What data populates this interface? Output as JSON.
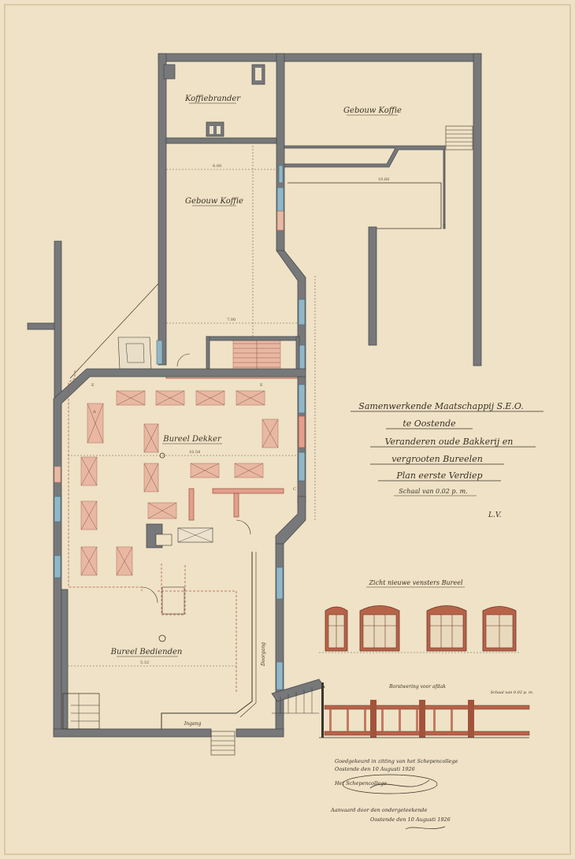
{
  "title_block": {
    "line1": "Samenwerkende Maatschappij S.E.O.",
    "line2": "te Oostende",
    "line3": "Veranderen oude Bakkerij en",
    "line4": "vergrooten Bureelen",
    "line5": "Plan eerste Verdiep",
    "scale": "Schaal van 0.02 p. m."
  },
  "rooms": {
    "koffiebrander": "Koffiebrander",
    "gebouw_koffie_right": "Gebouw Koffie",
    "gebouw_koffie_mid": "Gebouw Koffie",
    "bureel_dekker": "Bureel Dekker",
    "bureel_bedienden": "Bureel Bedienden",
    "doorgang": "Doorgang",
    "ingang": "Ingang"
  },
  "elevation": {
    "caption": "Zicht nieuwe vensters Bureel"
  },
  "section": {
    "caption": "Borstwering voor afdak",
    "scale": "Schaal van 0.02 p. m."
  },
  "signature": "L.V.",
  "approval": {
    "line1": "Goedgekeurd in zitting van het Schepencollege",
    "line2": "Oostende den 10 Augusti 1926",
    "line3": "Het Schepencollege"
  },
  "annotation": {
    "line1": "Aanvaard door den ondergeteekende",
    "line2": "Oostende den 10 Augusti 1926"
  }
}
